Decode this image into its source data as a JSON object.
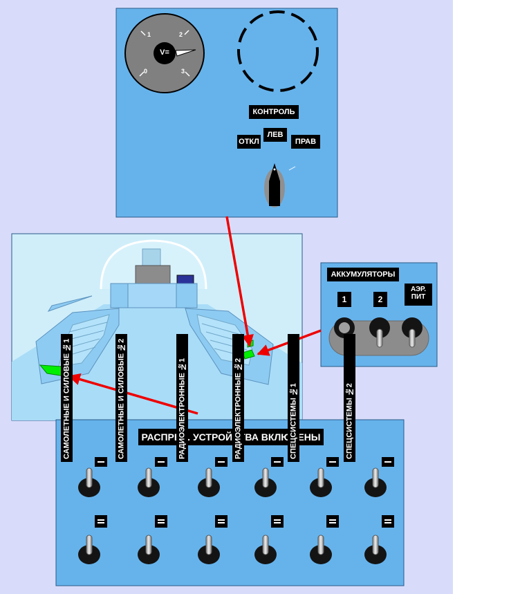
{
  "voltmeter": {
    "center_label": "V=",
    "scale": [
      "0",
      "1",
      "2",
      "3"
    ],
    "needle_value": 2.6
  },
  "control_switch": {
    "title": "КОНТРОЛЬ",
    "positions": {
      "off": "ОТКЛ",
      "left": "ЛЕВ",
      "right": "ПРАВ"
    }
  },
  "battery_panel": {
    "title": "АККУМУЛЯТОРЫ",
    "labels": [
      "1",
      "2",
      "АЭР.\nПИТ"
    ]
  },
  "distribution_panel": {
    "title": "РАСПРЕД. УСТРОЙСТВА ВКЛЮЧЕНЫ",
    "bus_labels": [
      "САМОЛЕТНЫЕ И СИЛОВЫЕ №1",
      "САМОЛЕТНЫЕ И СИЛОВЫЕ №2",
      "РАДИОЭЛЕКТРОННЫЕ №1",
      "РАДИОЭЛЕКТРОННЫЕ №2",
      "СПЕЦСИСТЕМЫ №1",
      "СПЕЦСИСТЕМЫ №2"
    ],
    "row1_symbol": "−",
    "row2_symbol": "="
  },
  "colors": {
    "page_bg": "#d8dcfa",
    "panel": "#66b3ec",
    "cockpit_bg": "#cfeefa",
    "cockpit_surface": "#8ecbf3",
    "highlight": "#00ee00",
    "arrow": "#ee0000",
    "knob": "#141414"
  }
}
